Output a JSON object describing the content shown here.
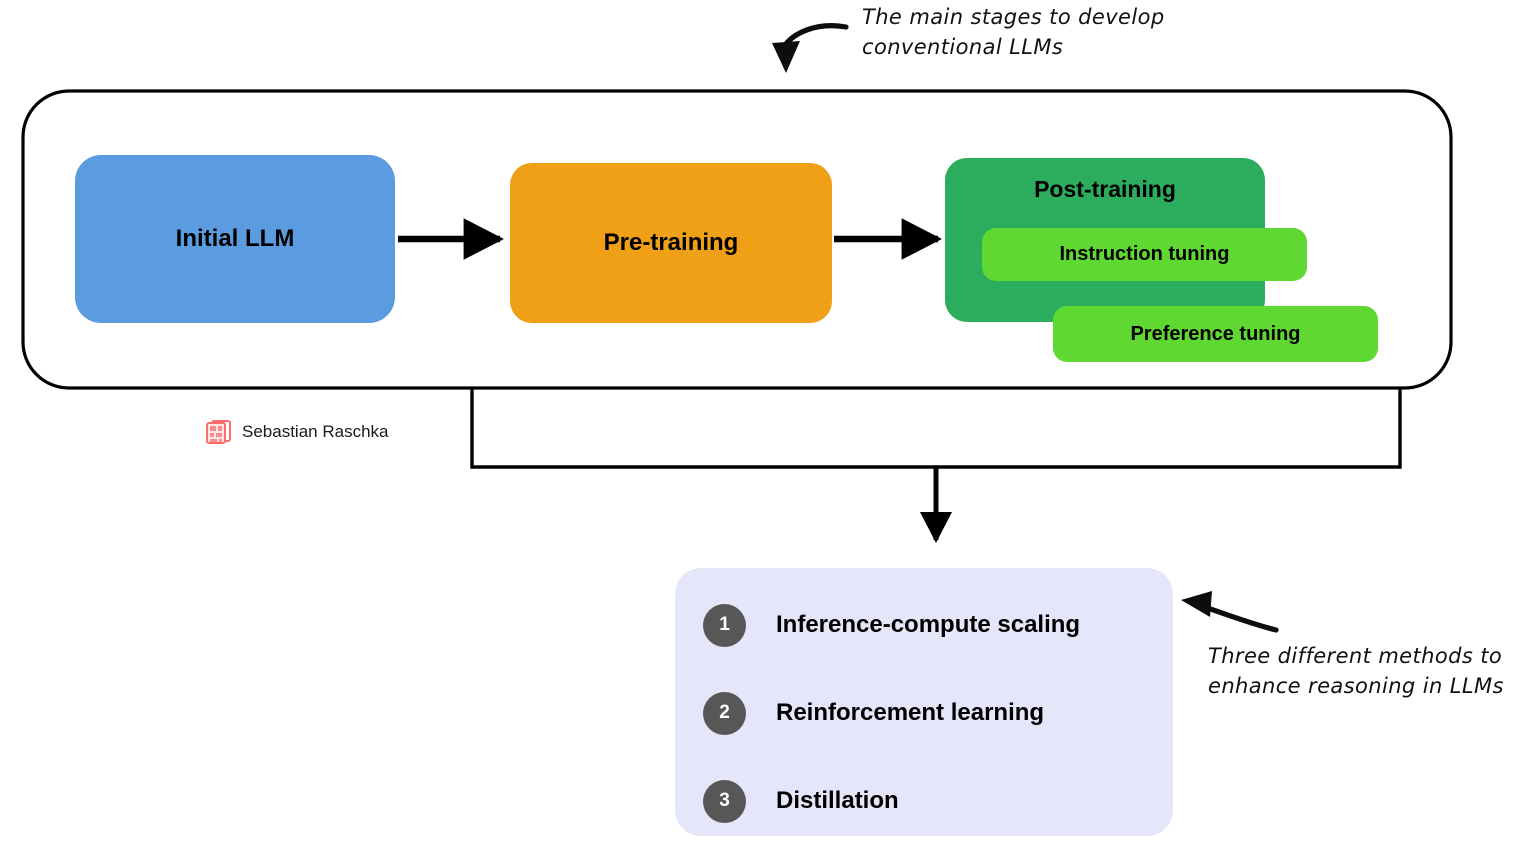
{
  "diagram": {
    "title_note": "The main stages to develop\nconventional LLMs",
    "bottom_note": "Three different methods to\nenhance reasoning in LLMs",
    "pipeline": {
      "stages": [
        {
          "label": "Initial LLM",
          "color": "#5b9be0"
        },
        {
          "label": "Pre-training",
          "color": "#f0a017"
        },
        {
          "label": "Post-training",
          "color": "#2bad5d"
        }
      ],
      "post_training_substages": [
        {
          "label": "Instruction tuning",
          "color": "#5fd832"
        },
        {
          "label": "Preference tuning",
          "color": "#5fd832"
        }
      ]
    },
    "methods_panel": {
      "background": "#e6e6fb",
      "badge_color": "#575757",
      "items": [
        {
          "number": "1",
          "label": "Inference-compute scaling"
        },
        {
          "number": "2",
          "label": "Reinforcement learning"
        },
        {
          "number": "3",
          "label": "Distillation"
        }
      ]
    },
    "attribution": {
      "name": "Sebastian Raschka",
      "logo_color": "#fb6e6e"
    }
  }
}
